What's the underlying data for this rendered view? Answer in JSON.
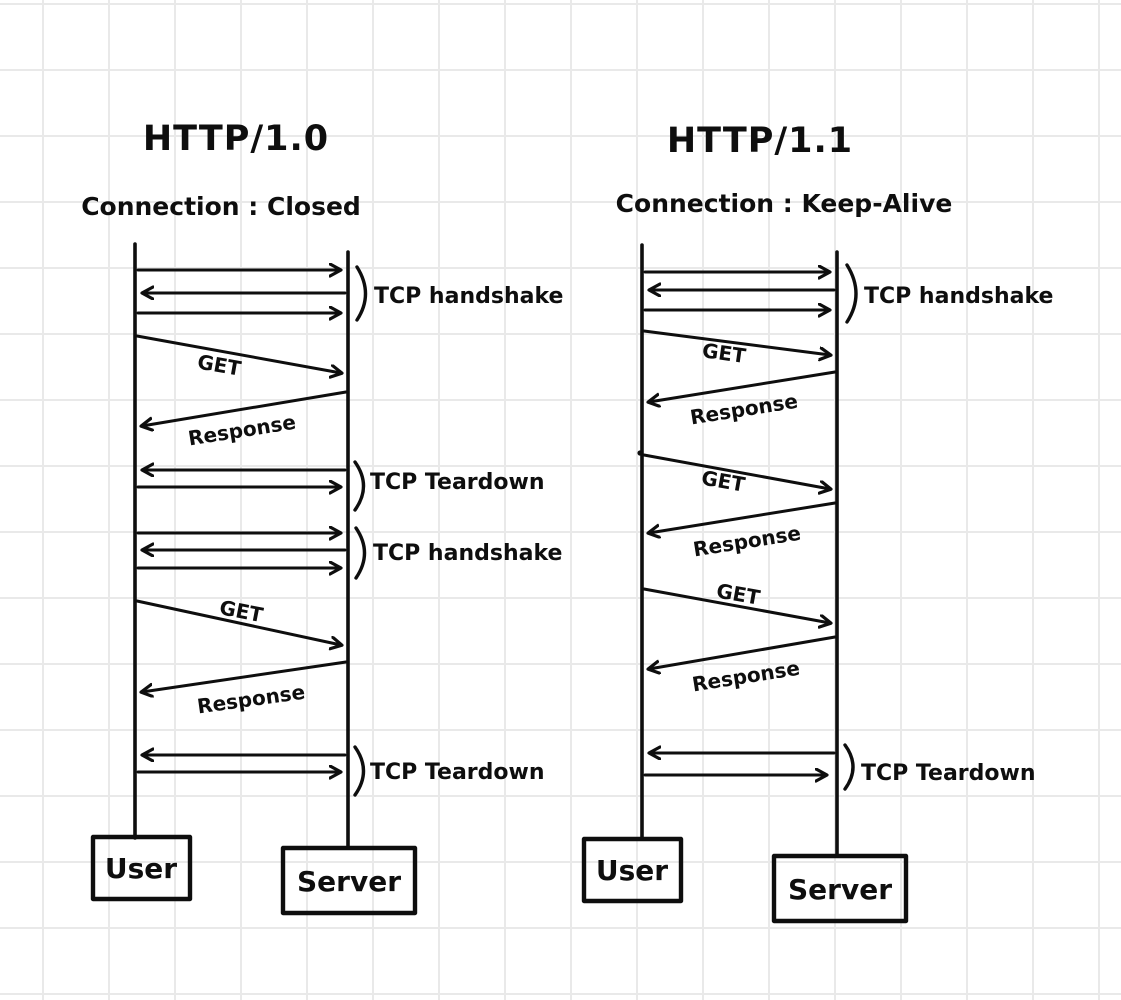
{
  "page": {
    "kind": "hand-drawn sequence diagram comparison",
    "ink_color": "#0e0e0e",
    "grid_color": "#e9e9e9",
    "background_color": "#ffffff"
  },
  "diagrams": [
    {
      "title": "HTTP/1.0",
      "subtitle": "Connection : Closed",
      "actors": [
        "User",
        "Server"
      ],
      "events": [
        {
          "type": "group",
          "label": "TCP handshake",
          "directions": [
            "right",
            "left",
            "right"
          ]
        },
        {
          "type": "message",
          "label": "GET",
          "direction": "right"
        },
        {
          "type": "message",
          "label": "Response",
          "direction": "left"
        },
        {
          "type": "group",
          "label": "TCP Teardown",
          "directions": [
            "left",
            "right"
          ]
        },
        {
          "type": "group",
          "label": "TCP handshake",
          "directions": [
            "right",
            "left",
            "right"
          ]
        },
        {
          "type": "message",
          "label": "GET",
          "direction": "right"
        },
        {
          "type": "message",
          "label": "Response",
          "direction": "left"
        },
        {
          "type": "group",
          "label": "TCP Teardown",
          "directions": [
            "left",
            "right"
          ]
        }
      ]
    },
    {
      "title": "HTTP/1.1",
      "subtitle": "Connection : Keep-Alive",
      "actors": [
        "User",
        "Server"
      ],
      "events": [
        {
          "type": "group",
          "label": "TCP handshake",
          "directions": [
            "right",
            "left",
            "right"
          ]
        },
        {
          "type": "message",
          "label": "GET",
          "direction": "right"
        },
        {
          "type": "message",
          "label": "Response",
          "direction": "left"
        },
        {
          "type": "message",
          "label": "GET",
          "direction": "right"
        },
        {
          "type": "message",
          "label": "Response",
          "direction": "left"
        },
        {
          "type": "message",
          "label": "GET",
          "direction": "right"
        },
        {
          "type": "message",
          "label": "Response",
          "direction": "left"
        },
        {
          "type": "group",
          "label": "TCP Teardown",
          "directions": [
            "left",
            "right"
          ]
        }
      ]
    }
  ]
}
